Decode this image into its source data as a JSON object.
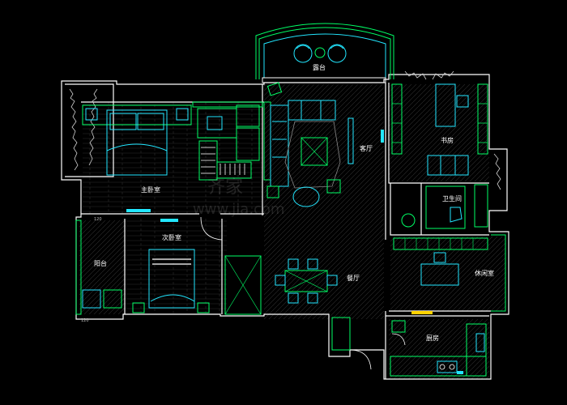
{
  "rooms": {
    "balcony_top": "露台",
    "master_bedroom": "主卧室",
    "living_room": "客厅",
    "study": "书房",
    "bathroom": "卫生间",
    "second_bedroom": "次卧室",
    "balcony_left": "阳台",
    "dining_room": "餐厅",
    "leisure_room": "休闲室",
    "kitchen": "厨房"
  },
  "dimensions": {
    "balcony_width": "120",
    "balcony_bottom": "120"
  },
  "watermark": {
    "brand": "齐家",
    "domain": "www.jia.com"
  },
  "colors": {
    "background": "#000000",
    "wall": "#ffffff",
    "fixture_green": "#00ff66",
    "furniture_cyan": "#22e6ff",
    "door_yellow": "#ffd200"
  }
}
